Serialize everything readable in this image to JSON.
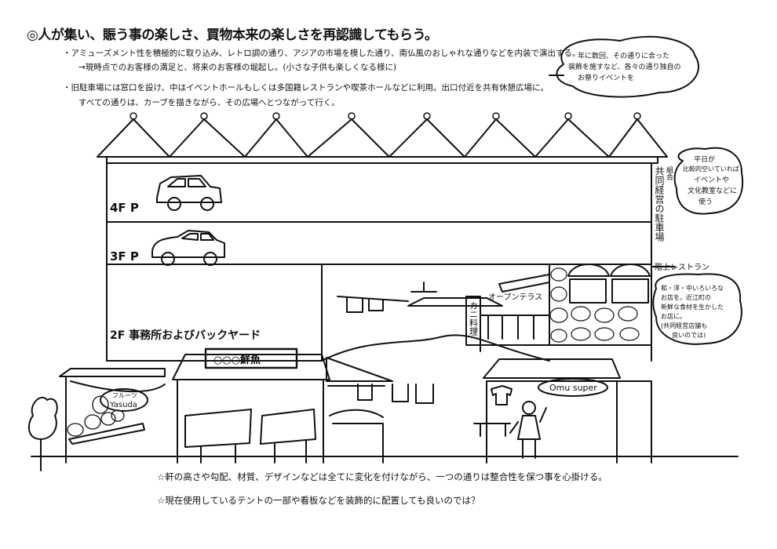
{
  "title": "◎人が集い、賑う事の楽しさ、買物本来の楽しさを再認識してもらう。",
  "notes": {
    "line1": "・アミューズメント性を積極的に取り込み、レトロ調の通り、アジアの市場を模した通り、南仏風のおしゃれな通りなどを内装で演出する。",
    "line2": "→現時点でのお客様の満足と、将来のお客様の堀起し。(小さな子供も楽しくなる様に)",
    "line3": "・旧駐車場には窓口を設け、中はイベントホールもしくは多国籍レストランや喫茶ホールなどに利用。出口付近を共有休憩広場に。",
    "line4": "すべての通りは、カーブを描きながら、その広場へとつながって行く。"
  },
  "bubbles": {
    "event": [
      "年に数回、その通りに合った",
      "装飾を施すなど、各々の通り独自の",
      "お祭りイベントを"
    ],
    "parking_use": [
      "平日が",
      "比較的空いていれば",
      "イベントや",
      "文化教室などに",
      "使う"
    ],
    "shops": [
      "和・洋・中いろいろな",
      "お店を。近江町の",
      "新鮮な食材を生かした",
      "お店に。",
      "(共同経営店舗も",
      "良いのでは)"
    ]
  },
  "floors": {
    "f4": "4F P",
    "f3": "3F P",
    "f2": "2F 事務所およびバックヤード"
  },
  "labels": {
    "parking_side": "共同経営の駐車場",
    "parking_side_small": "組合",
    "restaurant": "階上レストラン",
    "open_terrace": "オープンテラス",
    "crab_sign": "カニ料理",
    "fish_sign": "○○○鮮魚",
    "fruit_sign_top": "フルーツ",
    "fruit_sign_bottom": "Yasuda",
    "omu_sign": "Omu super"
  },
  "captions": {
    "c1": "☆軒の高さや勾配、材質、デザインなどは全てに変化を付けながら、一つの通りは整合性を保つ事を心掛ける。",
    "c2": "☆現在使用しているテントの一部や看板などを装飾的に配置しても良いのでは？"
  }
}
